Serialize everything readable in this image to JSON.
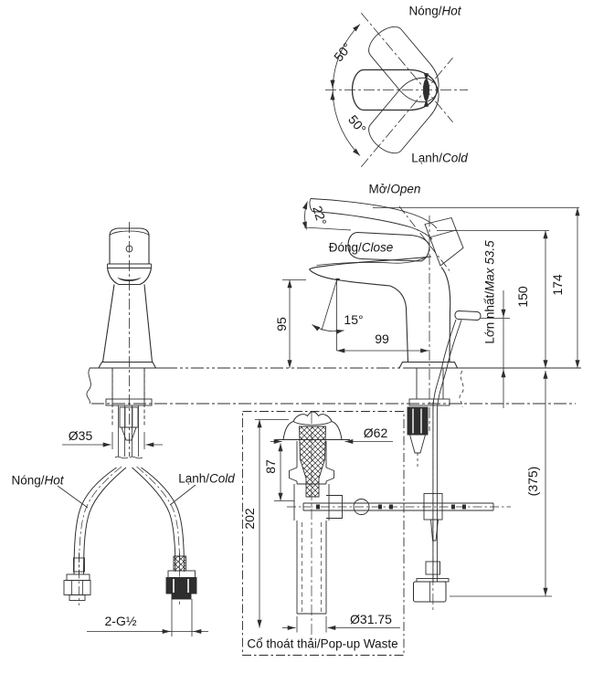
{
  "drawing": {
    "top_view": {
      "hot": "Nóng/Hot",
      "cold": "Lạnh/Cold",
      "swing_upper": "50°",
      "swing_lower": "50°"
    },
    "side_view": {
      "open": "Mở/Open",
      "close": "Đóng/Close",
      "open_angle": "22°",
      "spout_angle": "15°",
      "spout_height": "95",
      "spout_reach": "99",
      "max_knob_height": "Lớn nhất/Max 53.5",
      "handle_height": "150",
      "overall_height": "174",
      "rod_length": "(375)"
    },
    "front_view": {
      "hole_diameter": "Ø35",
      "hot": "Nóng/Hot",
      "cold": "Lạnh/Cold",
      "inlet_thread": "2-G½"
    },
    "popup_waste": {
      "flange_diameter": "Ø62",
      "plug_height": "87",
      "overall_length": "202",
      "pipe_diameter": "Ø31.75",
      "caption": "Cổ thoát thải/Pop-up Waste"
    }
  },
  "colors": {
    "line": "#2e2e2e",
    "text": "#161616",
    "background": "#ffffff"
  }
}
